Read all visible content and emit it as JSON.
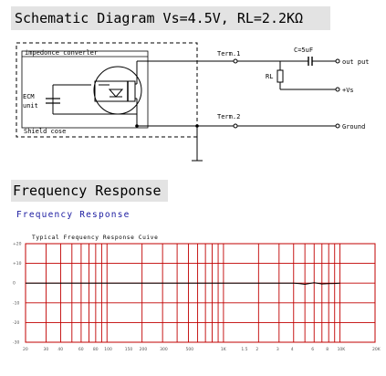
{
  "schematic": {
    "title": "Schematic Diagram  Vs=4.5V, RL=2.2KΩ",
    "labels": {
      "converter": "impedonce converler",
      "ecm": "ECM",
      "unit": "unit",
      "shield": "Shield cose",
      "term1": "Term.1",
      "term2": "Term.2",
      "cap": "C=5uF",
      "rl": "RL",
      "output": "out put",
      "vs": "+Vs",
      "ground": "Ground"
    }
  },
  "frequency_response": {
    "banner": "Frequency Response",
    "subtitle": "Frequency Response"
  },
  "chart_data": {
    "type": "line",
    "title": "Typical Frequency Response Cuive",
    "x_scale": "log",
    "x_ticks": [
      "20",
      "30",
      "40",
      "60",
      "80",
      "100",
      "150",
      "200",
      "300",
      "500",
      "1K",
      "1.5",
      "2",
      "3",
      "4",
      "6",
      "8",
      "10K",
      "20K"
    ],
    "y_ticks": [
      "+20",
      "+10",
      "0",
      "-10",
      "-20",
      "-30"
    ],
    "ylim": [
      -30,
      20
    ],
    "grid": true,
    "grid_color": "#c00000",
    "line_color": "#000000",
    "series": [
      {
        "x": [
          20,
          100,
          500,
          1000,
          3000,
          4000,
          4500,
          5000,
          6000,
          7000,
          8000,
          9000,
          10000
        ],
        "y": [
          0,
          0,
          0,
          0,
          0,
          0,
          -0.3,
          -0.6,
          0.2,
          -0.4,
          -0.3,
          -0.2,
          0
        ]
      }
    ]
  }
}
